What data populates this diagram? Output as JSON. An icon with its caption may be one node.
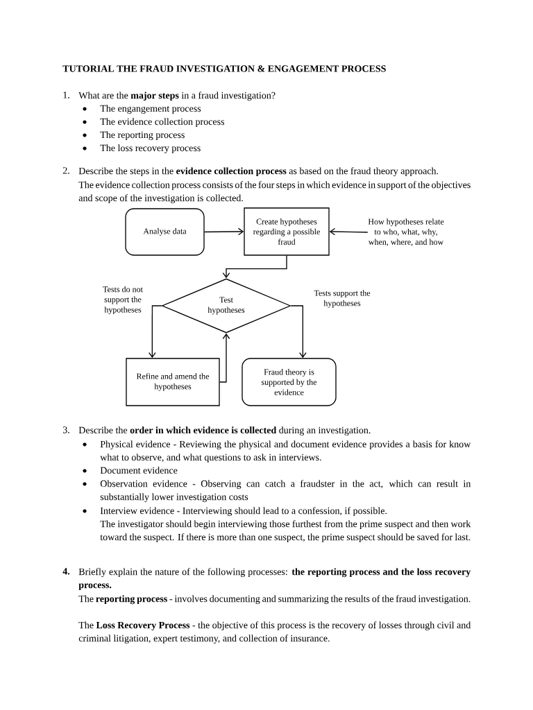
{
  "diagram": {
    "title": "TUTORIAL THE FRAUD INVESTIGATION & ENGAGEMENT PROCESS",
    "nodes": [
      {
        "text": [
          "Analyse data"
        ]
      },
      {
        "text": [
          "Create hypotheses regarding a possible fraud"
        ]
      },
      {
        "text": [
          "How hypotheses relate to who, what, why, when, where, and how"
        ]
      },
      {
        "text": [
          "Test hypotheses"
        ]
      },
      {
        "text": [
          "Refine and amend the hypotheses"
        ]
      },
      {
        "text": [
          "Fraud theory is supported by the evidence"
        ]
      }
    ],
    "edges": [
      {
        "from": 0,
        "to": 1,
        "arrow": "to"
      },
      {
        "from": 2,
        "to": 1,
        "arrow": "to"
      },
      {
        "from": 1,
        "to": 3,
        "arrow": "to"
      },
      {
        "from": 3,
        "to": 4,
        "arrow": "to",
        "label": "Tests do not support the hypotheses"
      },
      {
        "from": 4,
        "to": 3,
        "arrow": "to"
      },
      {
        "from": 3,
        "to": 5,
        "arrow": "to",
        "label": "Tests support the hypotheses"
      }
    ],
    "labels": [
      "1.",
      "What are the **major steps** in a fraud investigation?",
      "The engangement process",
      "The evidence collection process",
      "The reporting process",
      "The loss recovery process",
      "2.",
      "Describe the steps in the **evidence collection process** as based on the fraud theory approach.",
      "The evidence collection process consists of the four steps in which evidence in support of the objectives and scope of the investigation is collected.",
      "3.",
      "Describe the **order in which evidence is collected** during an investigation.",
      "Physical evidence - Reviewing the physical and document evidence provides a basis for know what to observe, and what questions to ask in interviews.",
      "Document evidence",
      "Observation evidence - Observing can catch a fraudster in the act, which can result in substantially lower investigation costs",
      "Interview evidence - Interviewing should lead to a confession, if possible.",
      "The investigator should begin interviewing those furthest from the prime suspect and then work toward the suspect. If there is more than one suspect, the prime suspect should be saved for last.",
      "4.",
      "Briefly explain the nature of the following processes: **the reporting process and the loss recovery process.**",
      "The **reporting process** - involves documenting and summarizing the results of the fraud investigation.",
      "The **Loss Recovery Process** - the objective of this process is the recovery of losses through civil and criminal litigation, expert testimony, and collection of insurance."
    ]
  }
}
